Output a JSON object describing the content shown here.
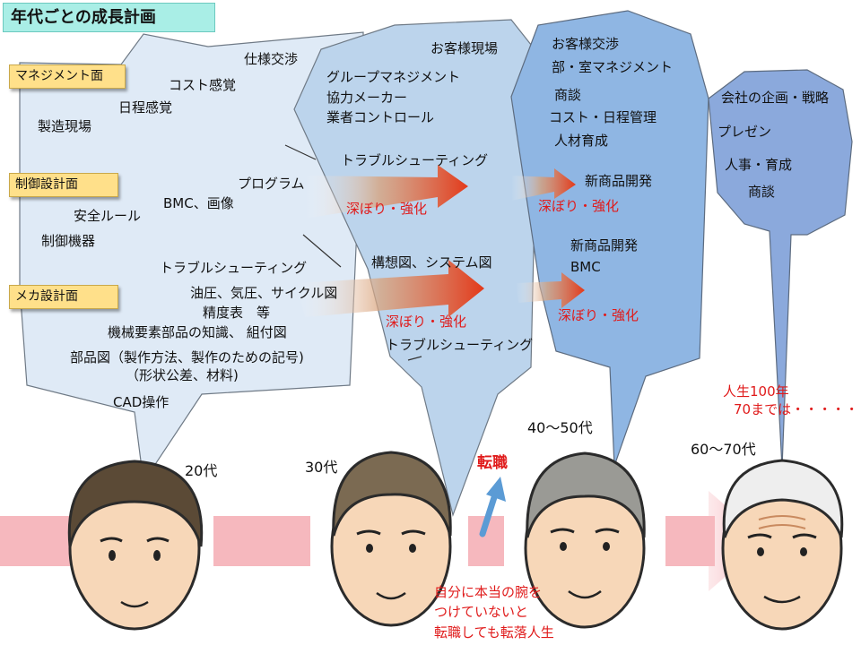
{
  "title": "年代ごとの成長計画",
  "tags": {
    "management": "マネジメント面",
    "control": "制御設計面",
    "mechanical": "メカ設計面"
  },
  "age20": {
    "label": "20代",
    "items": {
      "spec": "仕様交渉",
      "cost": "コスト感覚",
      "schedule": "日程感覚",
      "factory": "製造現場",
      "program": "プログラム",
      "bmc": "BMC、画像",
      "safety": "安全ルール",
      "device": "制御機器",
      "trouble": "トラブルシューティング",
      "hydraulic": "油圧、気圧、サイクル図",
      "accuracy": "精度表　等",
      "machine": "機械要素部品の知識、 組付図",
      "parts": "部品図（製作方法、製作のための記号)",
      "parts2": "（形状公差、材料)",
      "cad": "CAD操作"
    }
  },
  "age30": {
    "label": "30代",
    "items": {
      "customer": "お客様現場",
      "group": "グループマネジメント",
      "maker": "協力メーカー",
      "vendor": "業者コントロール",
      "trouble1": "トラブルシューティング",
      "deep1": "深ぼり・強化",
      "concept": "構想図、システム図",
      "deep2": "深ぼり・強化",
      "trouble2": "トラブルシューティング"
    }
  },
  "age40": {
    "label": "40〜50代",
    "items": {
      "negotiation": "お客様交渉",
      "dept": "部・室マネジメント",
      "business": "商談",
      "costsched": "コスト・日程管理",
      "hr": "人材育成",
      "newprod1": "新商品開発",
      "deep1": "深ぼり・強化",
      "newprod2": "新商品開発",
      "bmc": "BMC",
      "deep2": "深ぼり・強化"
    }
  },
  "age60": {
    "label": "60〜70代",
    "items": {
      "strategy": "会社の企画・戦略",
      "presentation": "プレゼン",
      "personnel": "人事・育成",
      "business": "商談"
    }
  },
  "notes": {
    "jobchange": "転職",
    "warn1": "自分に本当の腕を",
    "warn2": "つけていないと",
    "warn3": "転職しても転落人生",
    "life1": "人生100年",
    "life2": "70までは・・・・・・"
  },
  "colors": {
    "bubble20": "#dfeaf6",
    "bubble30": "#bcd4ec",
    "bubble40": "#8fb6e3",
    "bubble60": "#8ba9dc",
    "arrow_red": "#e3391a",
    "arrow_orange": "#c9824a",
    "pink_band": "#f6b8be",
    "blue_arrow": "#5b9bd5",
    "title_bg": "#a9eee6",
    "tag_bg": "#ffe08a"
  }
}
